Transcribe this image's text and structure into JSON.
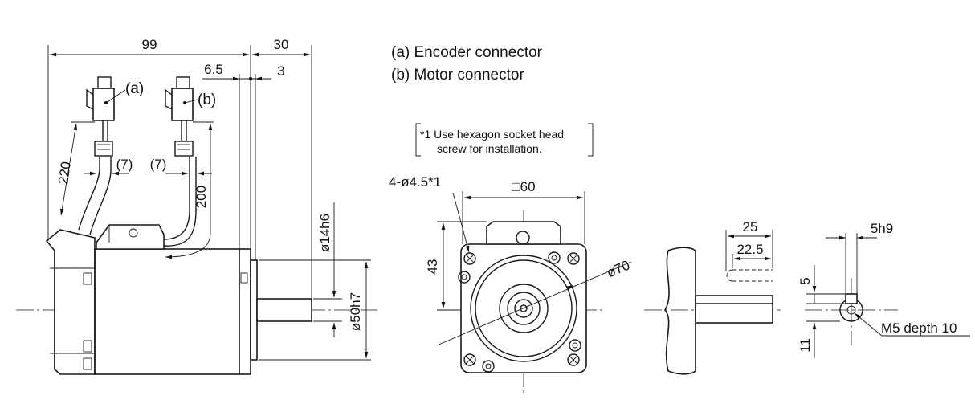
{
  "legend": {
    "encoder": "(a) Encoder connector",
    "motor": "(b) Motor connector"
  },
  "note": {
    "line1": "*1 Use hexagon socket head",
    "line2": "screw for installation."
  },
  "side_view": {
    "length": "99",
    "shaft_length": "30",
    "flange_offset": "6.5",
    "flange_thickness": "3",
    "encoder_tag": "(a)",
    "motor_tag": "(b)",
    "encoder_cable": "220",
    "motor_cable": "200",
    "encoder_cable_width": "(7)",
    "motor_cable_width": "(7)",
    "shaft_dia": "ø14h6",
    "spigot_dia": "ø50h7"
  },
  "front_view": {
    "holes": "4-ø4.5*1",
    "square": "□60",
    "height": "43",
    "pcd": "ø70"
  },
  "shaft_detail": {
    "key_length_a": "25",
    "key_length_b": "22.5",
    "key_width": "5h9",
    "key_depth": "5",
    "key_height": "11",
    "tap": "M5 depth 10"
  }
}
